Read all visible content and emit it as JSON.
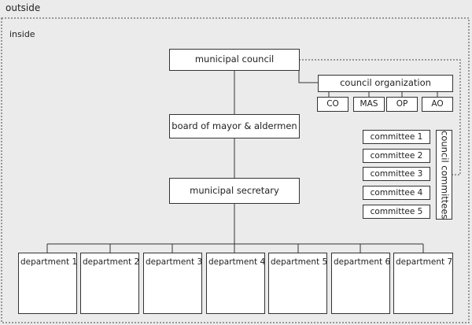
{
  "zones": {
    "outside": "outside",
    "inside": "inside"
  },
  "nodes": {
    "municipal_council": "municipal council",
    "council_organization": "council organization",
    "board": "board of mayor & aldermen",
    "secretary": "municipal secretary",
    "council_committees": "council committees"
  },
  "organization_units": [
    "CO",
    "MAS",
    "OP",
    "AO"
  ],
  "committees": [
    "committee 1",
    "committee 2",
    "committee 3",
    "committee 4",
    "committee 5"
  ],
  "departments": [
    "department 1",
    "department 2",
    "department 3",
    "department 4",
    "department 5",
    "department 6",
    "department 7"
  ],
  "colors": {
    "background": "#ebebeb",
    "box_fill": "#ffffff",
    "stroke": "#333333"
  }
}
